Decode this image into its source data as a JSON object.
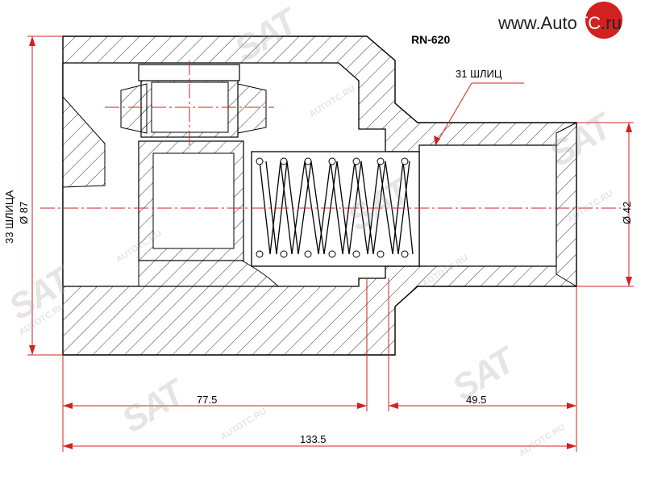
{
  "part_number": "RN-620",
  "spline_right": "31 ШЛИЦ",
  "spline_left": "33 ШЛИЦА",
  "diameter_left": "Ø 87",
  "diameter_right": "Ø 42",
  "dimensions": {
    "left_length": "77.5",
    "right_length": "49.5",
    "total_length": "133.5"
  },
  "brand": {
    "prefix": "www.Auto",
    "highlight": "TC",
    "suffix": ".ru"
  },
  "watermark": {
    "big": "SAT",
    "small": "AUTOTC.RU"
  },
  "colors": {
    "dimension_red": "#d32020",
    "outline": "#000000",
    "hatch": "#000000"
  }
}
